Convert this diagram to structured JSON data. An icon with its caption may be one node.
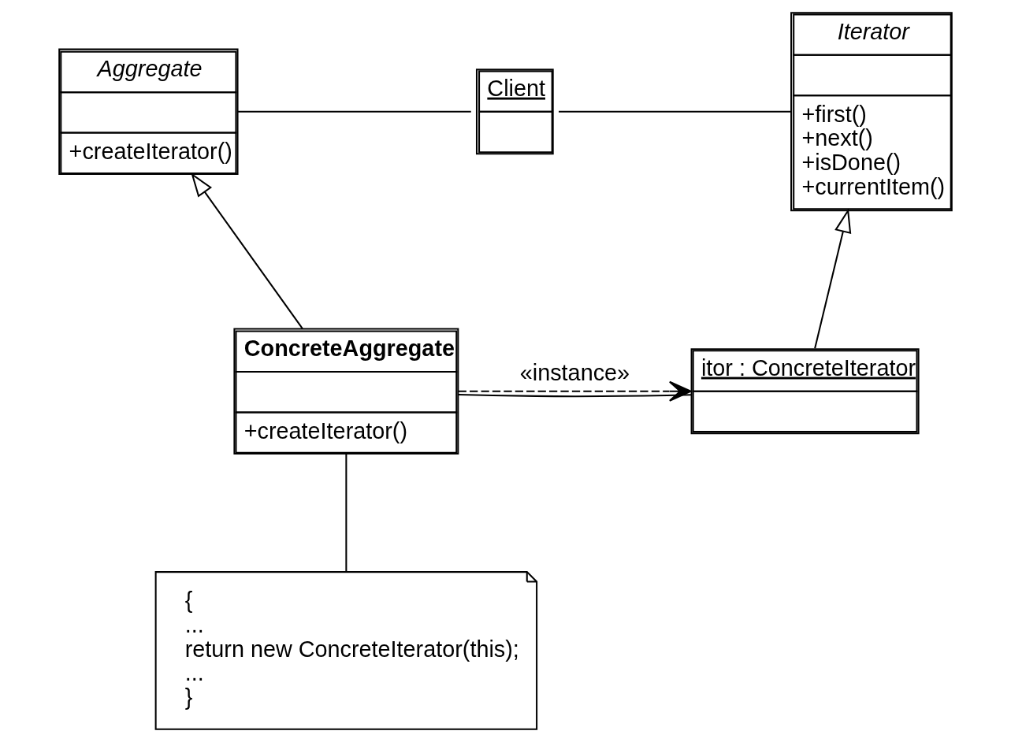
{
  "diagram": {
    "nodes": [
      {
        "text": [
          "Aggregate",
          "+createIterator()"
        ]
      },
      {
        "text": [
          "Client"
        ]
      },
      {
        "text": [
          "Iterator",
          "+first()",
          "+next()",
          "+isDone()",
          "+currentItem()"
        ]
      },
      {
        "text": [
          "ConcreteAggregate",
          "+createIterator()"
        ]
      },
      {
        "text": [
          "itor : ConcreteIterator"
        ]
      },
      {
        "text": [
          "{",
          "...",
          "return new ConcreteIterator(this);",
          "...",
          "}"
        ]
      }
    ],
    "edges": [
      {
        "from": 0,
        "to": 1,
        "arrow": "none"
      },
      {
        "from": 1,
        "to": 2,
        "arrow": "none"
      },
      {
        "from": 3,
        "to": 0,
        "arrow": "to"
      },
      {
        "from": 4,
        "to": 2,
        "arrow": "to"
      },
      {
        "from": 3,
        "to": 4,
        "arrow": "to",
        "style": "dashed",
        "label": "«instance»"
      },
      {
        "from": 3,
        "to": 4,
        "arrow": "none"
      },
      {
        "from": 5,
        "to": 3,
        "arrow": "none"
      }
    ]
  }
}
